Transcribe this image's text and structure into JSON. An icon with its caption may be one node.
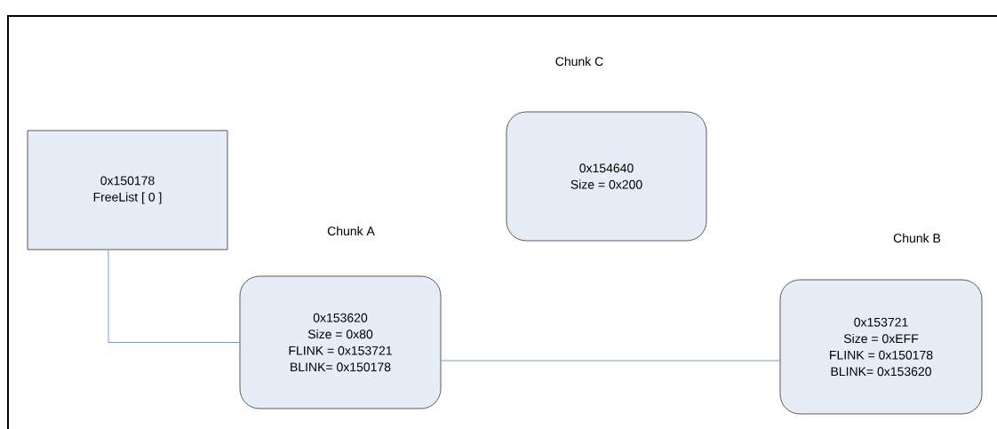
{
  "diagram": {
    "nodes": [
      {
        "text": [
          "0x150178",
          "FreeList [ 0 ]"
        ]
      },
      {
        "text": [
          "0x153620",
          "Size = 0x80",
          "FLINK = 0x153721",
          "BLINK= 0x150178"
        ],
        "beside": [
          "Chunk A"
        ]
      },
      {
        "text": [
          "0x154640",
          "Size = 0x200"
        ],
        "beside": [
          "Chunk C"
        ]
      },
      {
        "text": [
          "0x153721",
          "Size = 0xEFF",
          "FLINK = 0x150178",
          "BLINK= 0x153620"
        ],
        "beside": [
          "Chunk B"
        ]
      }
    ],
    "edges": [
      {
        "from": 0,
        "to": 1,
        "arrow": "none"
      },
      {
        "from": 1,
        "to": 3,
        "arrow": "none"
      }
    ]
  }
}
